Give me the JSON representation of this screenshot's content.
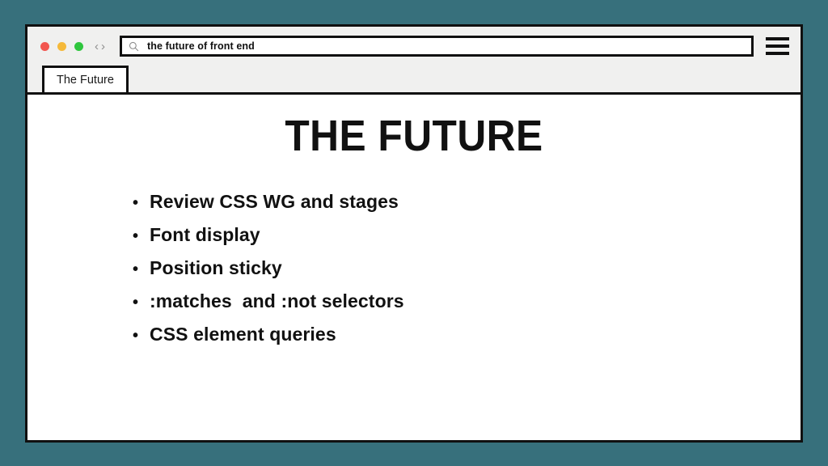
{
  "theme": {
    "backdrop_color": "#37707c",
    "window_border_color": "#101010",
    "chrome_color": "#f0f0ef",
    "page_color": "#ffffff",
    "text_color": "#111111"
  },
  "browser": {
    "traffic_lights": [
      {
        "name": "close",
        "color": "#f2564f"
      },
      {
        "name": "minimize",
        "color": "#f5b93a"
      },
      {
        "name": "maximize",
        "color": "#2fc63e"
      }
    ],
    "nav": {
      "back_glyph": "‹",
      "forward_glyph": "›"
    },
    "address": {
      "icon": "search-icon",
      "value": "the future of front end",
      "placeholder": "Search or enter address"
    },
    "menu_icon": "hamburger-menu-icon",
    "tabs": [
      {
        "label": "The Future",
        "active": true
      }
    ]
  },
  "slide": {
    "title": "THE FUTURE",
    "bullet_glyph": "•",
    "bullets": [
      "Review CSS WG and stages",
      "Font display",
      "Position sticky",
      ":matches  and :not selectors",
      "CSS element queries"
    ]
  }
}
